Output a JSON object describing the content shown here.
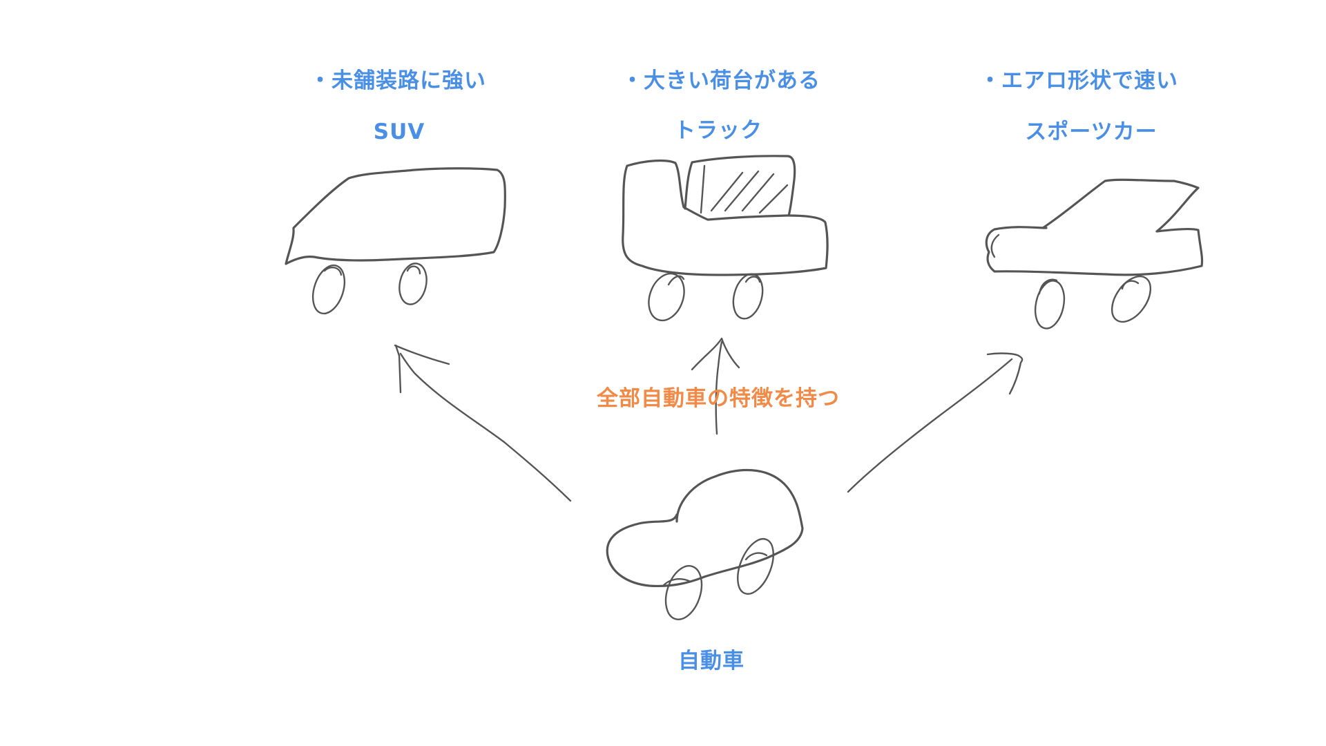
{
  "colors": {
    "label_blue": "#4a8fe6",
    "label_orange": "#f08a46",
    "sketch_stroke": "#555555",
    "background": "#ffffff"
  },
  "vehicles": {
    "suv": {
      "feature": "・未舗装路に強い",
      "name": "SUV"
    },
    "truck": {
      "feature": "・大きい荷台がある",
      "name": "トラック"
    },
    "sports_car": {
      "feature": "・エアロ形状で速い",
      "name": "スポーツカー"
    },
    "base_car": {
      "name": "自動車"
    }
  },
  "inheritance_note": "全部自動車の特徴を持つ",
  "icons": [
    "suv-drawing-icon",
    "truck-drawing-icon",
    "sports-car-drawing-icon",
    "base-car-drawing-icon",
    "arrow-icon"
  ]
}
